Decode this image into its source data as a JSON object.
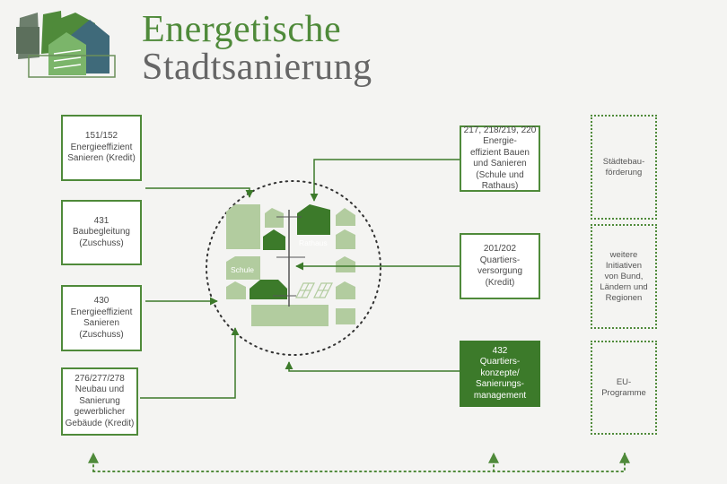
{
  "header": {
    "title_line1": "Energetische",
    "title_line2": "Stadtsanierung"
  },
  "programs_left": [
    {
      "label": "151/152\nEnergieeffizient\nSanieren (Kredit)"
    },
    {
      "label": "431\nBaubegleitung\n(Zuschuss)"
    },
    {
      "label": "430\nEnergieeffizient\nSanieren\n(Zuschuss)"
    },
    {
      "label": "276/277/278\nNeubau und\nSanierung\ngewerblicher\nGebäude (Kredit)"
    }
  ],
  "programs_right": [
    {
      "label": "217, 218/219, 220\nEnergie-\neffizient Bauen\nund Sanieren\n(Schule und\nRathaus)"
    },
    {
      "label": "201/202\nQuartiers-\nversorgung\n(Kredit)"
    },
    {
      "label": "432\nQuartiers-\nkonzepte/\nSanierungs-\nmanagement"
    }
  ],
  "external_funding": [
    {
      "label": "Städtebau-\nförderung"
    },
    {
      "label": "weitere\nInitiativen\nvon Bund,\nLändern und\nRegionen"
    },
    {
      "label": "EU-\nProgramme"
    }
  ],
  "district": {
    "rathaus_label": "Rathaus",
    "schule_label": "Schule"
  },
  "colors": {
    "primary_green": "#4f8a3a",
    "dark_green": "#3c7a2a",
    "light_green": "#b2cc9f"
  }
}
